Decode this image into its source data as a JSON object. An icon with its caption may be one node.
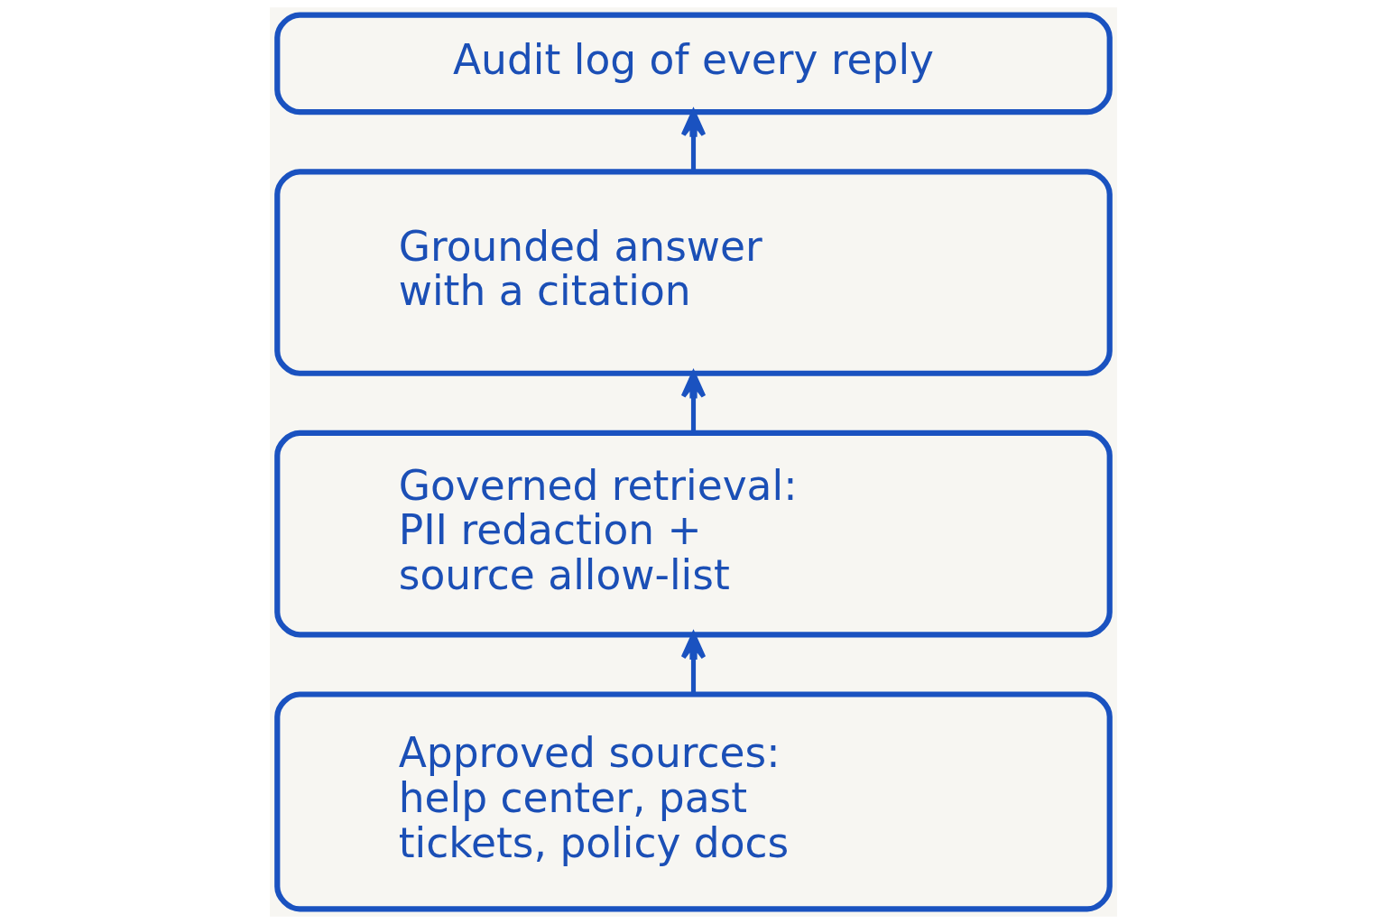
{
  "diagram": {
    "nodes": [
      {
        "text": [
          "Audit log of every reply"
        ]
      },
      {
        "text": [
          "Grounded answer with a citation"
        ]
      },
      {
        "text": [
          "Governed retrieval: PII redaction + source allow-list"
        ]
      },
      {
        "text": [
          "Approved sources: help center, past tickets, policy docs"
        ]
      }
    ],
    "edges": [
      {
        "from": 3,
        "to": 2,
        "arrow": "to"
      },
      {
        "from": 2,
        "to": 1,
        "arrow": "to"
      },
      {
        "from": 1,
        "to": 0,
        "arrow": "to"
      }
    ]
  }
}
